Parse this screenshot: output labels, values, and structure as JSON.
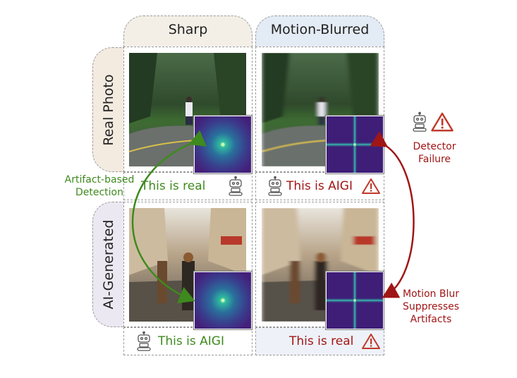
{
  "columns": {
    "sharp": "Sharp",
    "blurred": "Motion-Blurred"
  },
  "rows": {
    "real": "Real Photo",
    "ai": "AI-Generated"
  },
  "verdicts": {
    "real_sharp": "This is real",
    "real_blurred": "This is AIGI",
    "ai_sharp": "This is AIGI",
    "ai_blurred": "This is real"
  },
  "annotations": {
    "artifact_line1": "Artifact-based",
    "artifact_line2": "Detection",
    "failure_line1": "Detector",
    "failure_line2": "Failure",
    "blur_line1": "Motion Blur",
    "blur_line2": "Suppresses",
    "blur_line3": "Artifacts"
  },
  "colors": {
    "correct": "#3e8a1e",
    "wrong": "#a01616",
    "sharp_header": "#f3efe7",
    "blurred_header": "#e3ebf5",
    "real_row": "#f3ebe0",
    "ai_row": "#ece8f2"
  },
  "icons": [
    "robot-icon",
    "warning-icon"
  ]
}
